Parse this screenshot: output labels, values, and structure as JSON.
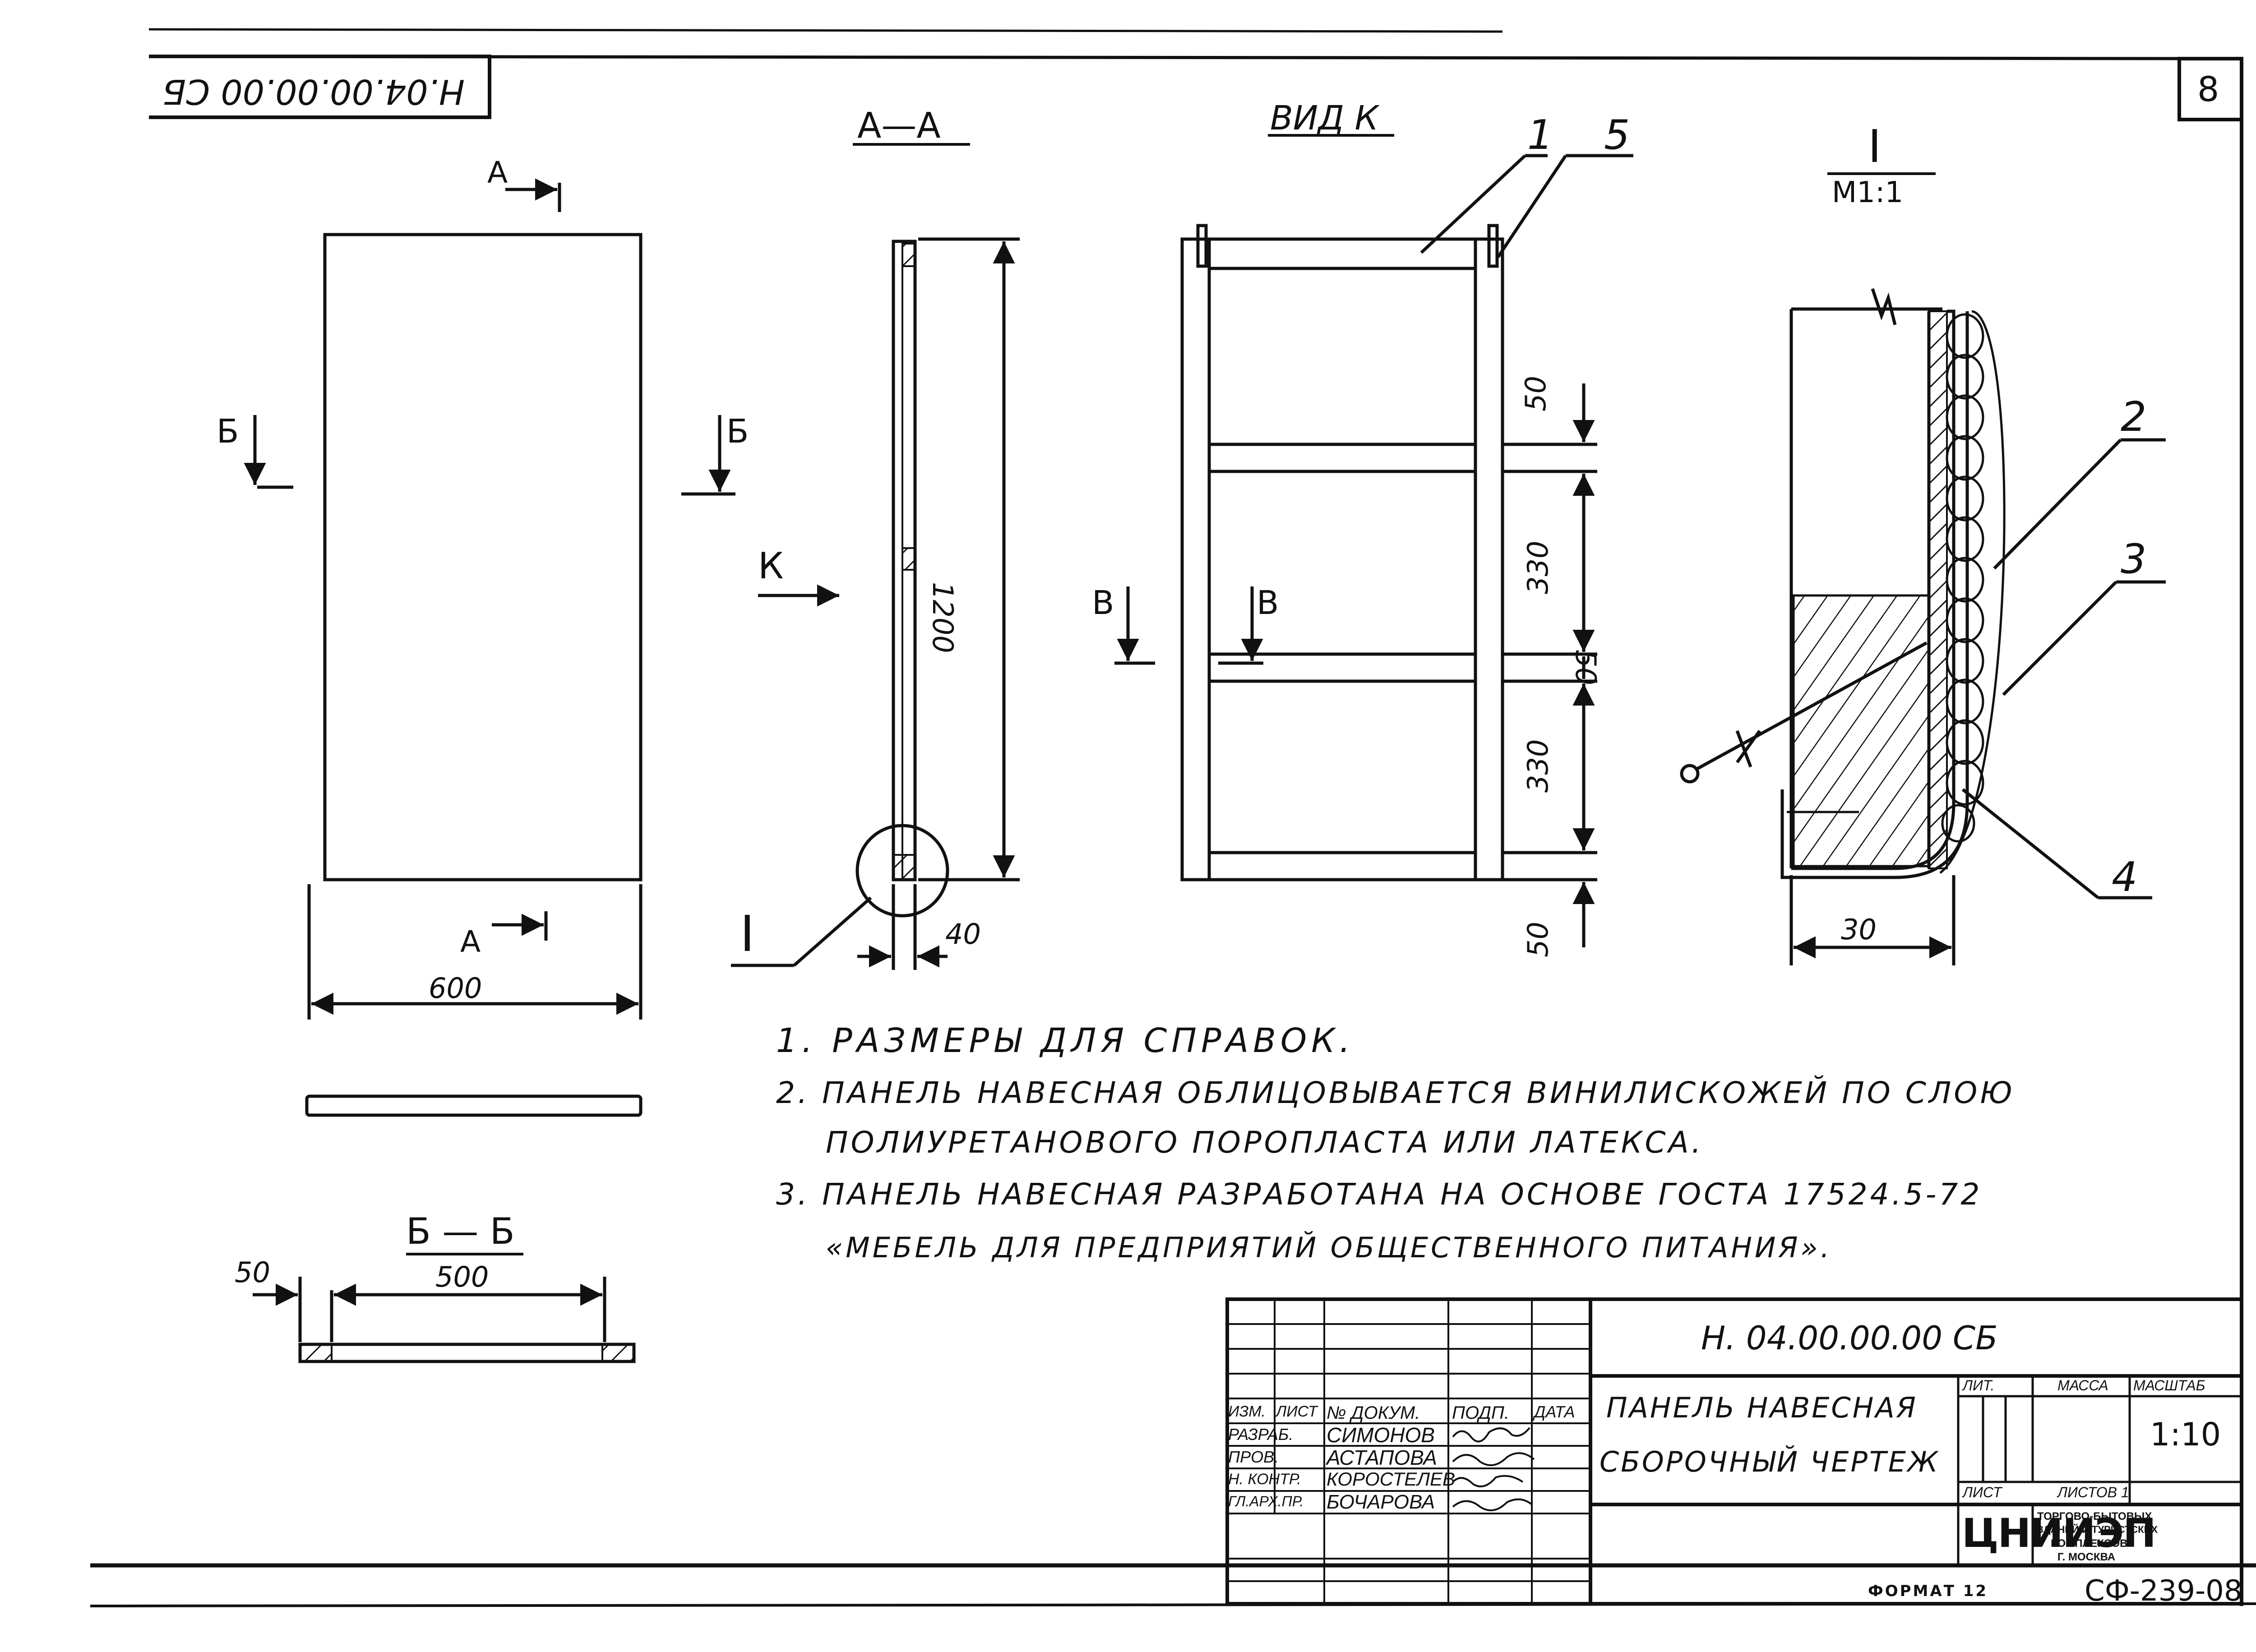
{
  "sheet": {
    "sheet_number": "8",
    "rotated_code": "Н.04.00.00.00 СБ"
  },
  "views": {
    "section_a": "А—А",
    "view_k": "ВИД К",
    "detail_i": "I",
    "detail_scale": "М1:1",
    "section_b": "Б — Б"
  },
  "markers": {
    "a_top": "А",
    "a_bottom": "А",
    "b_left": "Б",
    "b_right": "Б",
    "k": "К",
    "v_left": "В",
    "v_right": "В",
    "i_label": "I",
    "pos_1": "1",
    "pos_5": "5",
    "pos_2": "2",
    "pos_3": "3",
    "pos_4": "4"
  },
  "dimensions": {
    "width_600": "600",
    "height_1200": "1200",
    "thickness_40": "40",
    "d50_a": "50",
    "d330_a": "330",
    "d50_b": "50",
    "d330_b": "330",
    "d50_c": "50",
    "detail_30": "30",
    "bb_50": "50",
    "bb_500": "500"
  },
  "notes": [
    "1. РАЗМЕРЫ ДЛЯ СПРАВОК.",
    "2. ПАНЕЛЬ НАВЕСНАЯ ОБЛИЦОВЫВАЕТСЯ ВИНИЛИСКОЖЕЙ ПО СЛОЮ",
    "ПОЛИУРЕТАНОВОГО ПОРОПЛАСТА ИЛИ ЛАТЕКСА.",
    "3. ПАНЕЛЬ НАВЕСНАЯ РАЗРАБОТАНА НА ОСНОВЕ ГОСТА 17524.5-72",
    "«МЕБЕЛЬ ДЛЯ ПРЕДПРИЯТИЙ ОБЩЕСТВЕННОГО ПИТАНИЯ»."
  ],
  "title_block": {
    "doc_code": "Н. 04.00.00.00 СБ",
    "name_line1": "ПАНЕЛЬ НАВЕСНАЯ",
    "name_line2": "СБОРОЧНЫЙ ЧЕРТЕЖ",
    "headers": {
      "izm": "ИЗМ.",
      "list": "ЛИСТ",
      "doc_no": "№ ДОКУМ.",
      "sign": "ПОДП.",
      "date": "ДАТА",
      "lit": "ЛИТ.",
      "mass": "МАССА",
      "scale": "МАСШТАБ",
      "sheet": "ЛИСТ",
      "sheets": "ЛИСТОВ 1"
    },
    "scale_value": "1:10",
    "people": [
      {
        "role": "РАЗРАБ.",
        "name": "СИМОНОВ"
      },
      {
        "role": "ПРОВ.",
        "name": "АСТАПОВА"
      },
      {
        "role": "Н. КОНТР.",
        "name": "КОРОСТЕЛЕВ"
      },
      {
        "role": "ГЛ.АРХ.ПР.",
        "name": "БОЧАРОВА"
      }
    ],
    "org_logo": "ЦНИИЭП",
    "org_line1": "ТОРГОВО-БЫТОВЫХ",
    "org_line2": "ЗДАНИЙ И ТУРИСТСКИХ",
    "org_line3": "КОМПЛЕКСОВ",
    "org_line4": "Г. МОСКВА"
  },
  "footer": {
    "format": "ФОРМАТ 12",
    "series": "СФ-239-08"
  }
}
